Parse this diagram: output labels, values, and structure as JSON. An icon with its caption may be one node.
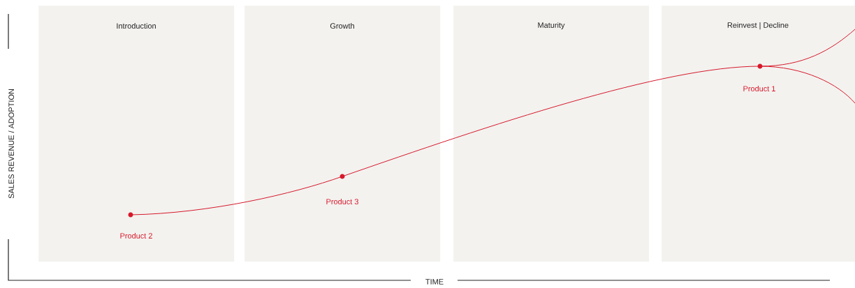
{
  "diagram": {
    "nodes": [
      {
        "text": [
          "Introduction"
        ]
      },
      {
        "text": [
          "Growth"
        ]
      },
      {
        "text": [
          "Maturity"
        ]
      },
      {
        "text": [
          "Reinvest | Decline"
        ]
      }
    ],
    "labels": [
      "Product 2",
      "Product 3",
      "Product 1",
      "SALES REVENUE / ADOPTION",
      "TIME"
    ]
  }
}
